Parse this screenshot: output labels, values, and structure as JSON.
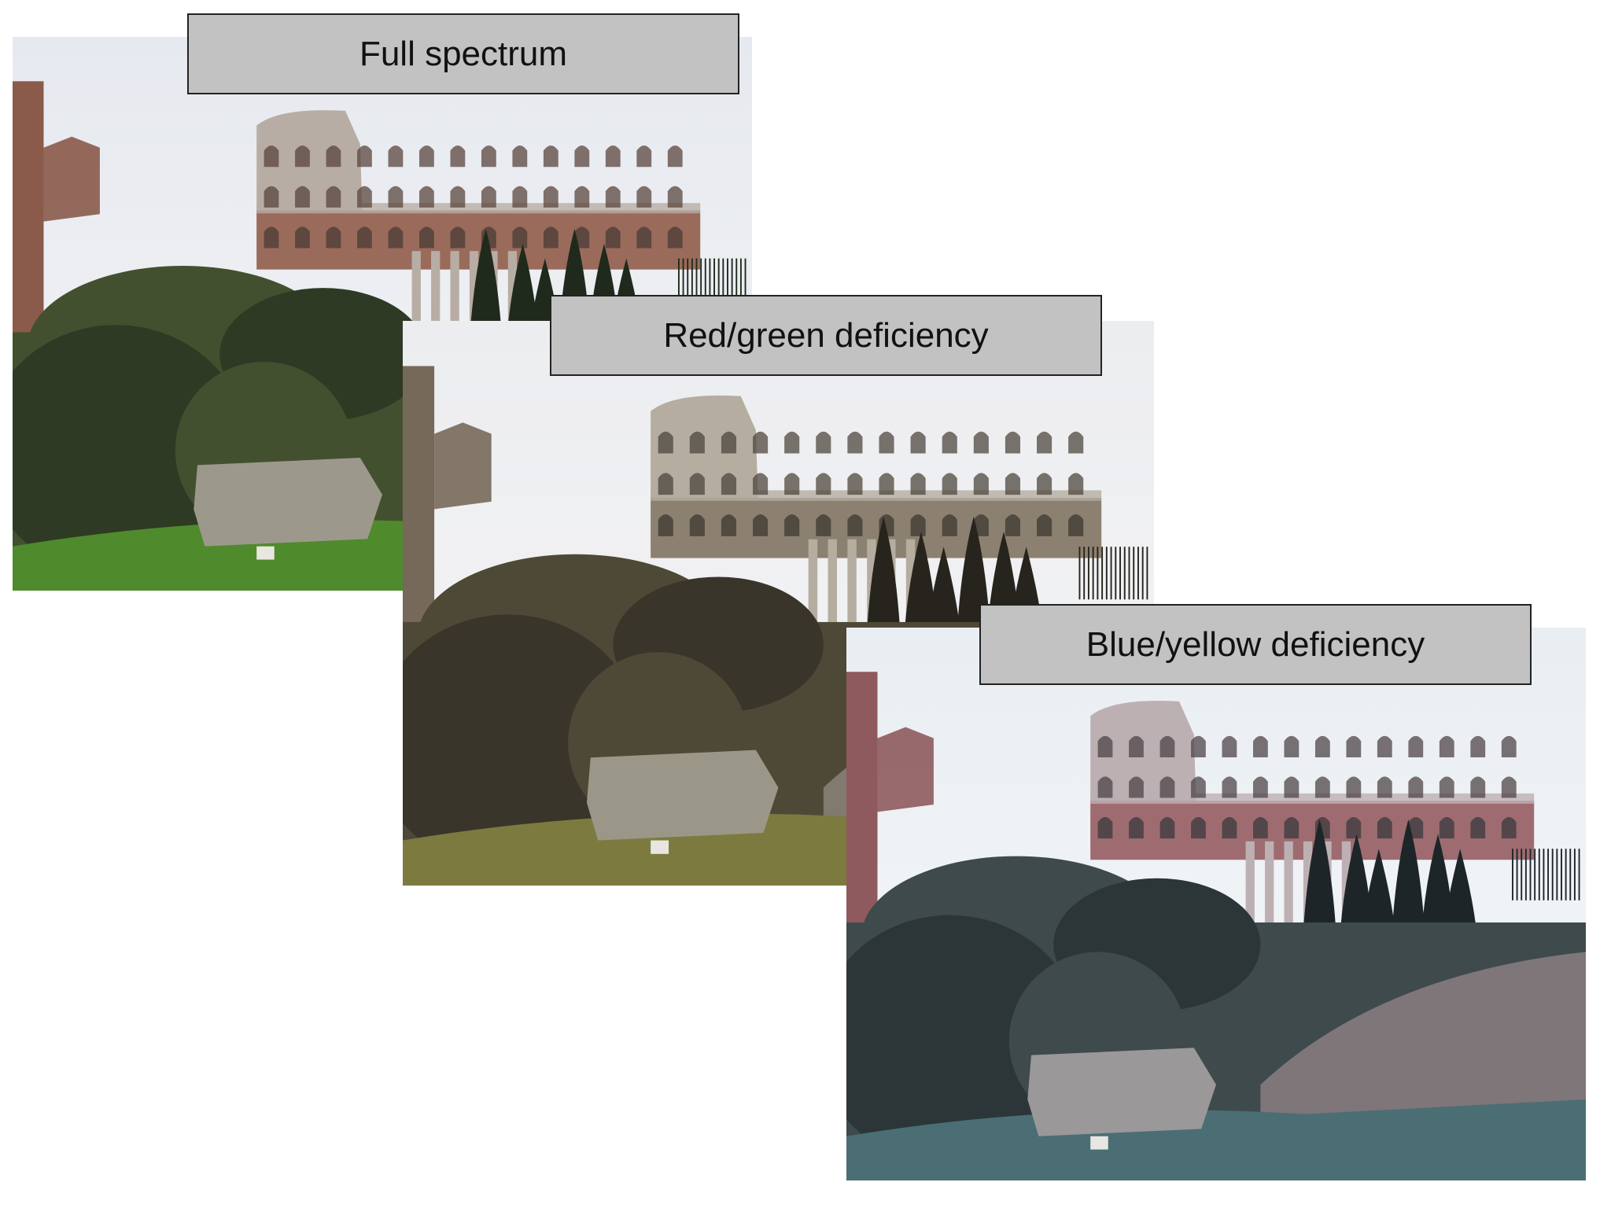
{
  "panels": [
    {
      "id": "full",
      "label": "Full spectrum",
      "palette": {
        "sky_top": "#e6e9ef",
        "sky_bottom": "#f4f5f7",
        "ruin_brick": "#8a5a4a",
        "colosseum_stone": "#b8ada4",
        "colosseum_brick": "#9a6b5b",
        "arch_shadow": "#5a463e",
        "tree_dark": "#2e3a24",
        "tree_mid": "#43502f",
        "cypress": "#1f2a1c",
        "grass": "#4f8a2c",
        "stone_block": "#9c998c",
        "rubble": "#7d7870"
      }
    },
    {
      "id": "red-green",
      "label": "Red/green deficiency",
      "palette": {
        "sky_top": "#ecedf0",
        "sky_bottom": "#f5f5f6",
        "ruin_brick": "#76695a",
        "colosseum_stone": "#b4ada0",
        "colosseum_brick": "#8c8070",
        "arch_shadow": "#4e473e",
        "tree_dark": "#3a352a",
        "tree_mid": "#4e4836",
        "cypress": "#26241d",
        "grass": "#7d7a40",
        "stone_block": "#9b9788",
        "rubble": "#807a6f"
      }
    },
    {
      "id": "blue-yellow",
      "label": "Blue/yellow deficiency",
      "palette": {
        "sky_top": "#e9eef2",
        "sky_bottom": "#f6f8fa",
        "ruin_brick": "#8e5a5e",
        "colosseum_stone": "#bdb0b3",
        "colosseum_brick": "#9e6c70",
        "arch_shadow": "#4f4448",
        "tree_dark": "#2c3638",
        "tree_mid": "#3e4a4c",
        "cypress": "#1d2528",
        "grass": "#4a6e74",
        "stone_block": "#9a9899",
        "rubble": "#7e7679"
      }
    }
  ]
}
